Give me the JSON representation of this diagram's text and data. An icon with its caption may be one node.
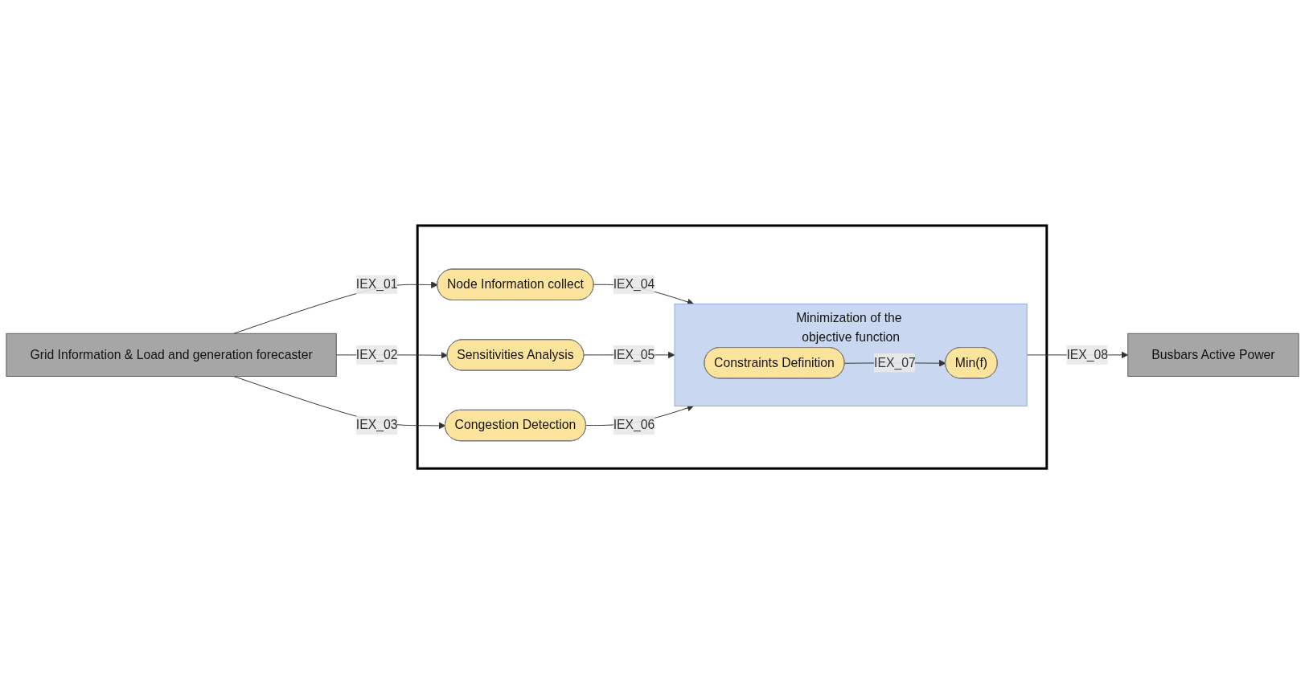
{
  "diagram": {
    "nodes": [
      {
        "text": [
          "Grid Information & Load and generation forecaster"
        ]
      },
      {
        "text": [],
        "shape": "box"
      },
      {
        "text": [
          "Node Information collect"
        ],
        "in": 1
      },
      {
        "text": [
          "Sensitivities Analysis"
        ],
        "in": 1
      },
      {
        "text": [
          "Congestion Detection"
        ],
        "in": 1
      },
      {
        "text": [
          "Minimization of the objective function"
        ],
        "in": 1
      },
      {
        "text": [
          "Constraints Definition"
        ],
        "in": 5
      },
      {
        "text": [
          "Min(f)"
        ],
        "in": 5
      },
      {
        "text": [
          "Busbars Active Power"
        ]
      }
    ],
    "edges": [
      {
        "from": 0,
        "to": 2,
        "arrow": "to",
        "label": "IEX_01"
      },
      {
        "from": 0,
        "to": 3,
        "arrow": "to",
        "label": "IEX_02"
      },
      {
        "from": 0,
        "to": 4,
        "arrow": "to",
        "label": "IEX_03"
      },
      {
        "from": 2,
        "to": 5,
        "arrow": "to",
        "label": "IEX_04"
      },
      {
        "from": 3,
        "to": 5,
        "arrow": "to",
        "label": "IEX_05"
      },
      {
        "from": 4,
        "to": 5,
        "arrow": "to",
        "label": "IEX_06"
      },
      {
        "from": 6,
        "to": 7,
        "arrow": "to",
        "label": "IEX_07"
      },
      {
        "from": 5,
        "to": 8,
        "arrow": "to",
        "label": "IEX_08"
      }
    ]
  }
}
